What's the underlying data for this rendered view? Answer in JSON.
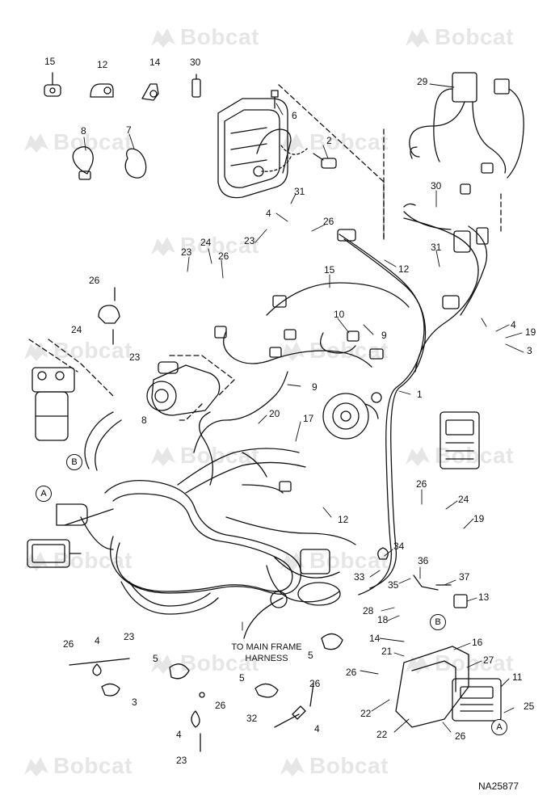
{
  "watermark": "Bobcat",
  "reference_id": "NA25877",
  "note": "TO MAIN FRAME HARNESS",
  "detail_markers": [
    "A",
    "B"
  ],
  "callouts": [
    "15",
    "12",
    "14",
    "30",
    "6",
    "2",
    "29",
    "8",
    "7",
    "31",
    "4",
    "26",
    "23",
    "30",
    "24",
    "23",
    "26",
    "12",
    "31",
    "15",
    "26",
    "10",
    "9",
    "4",
    "19",
    "24",
    "23",
    "3",
    "9",
    "1",
    "20",
    "17",
    "8",
    "26",
    "24",
    "19",
    "12",
    "34",
    "33",
    "36",
    "35",
    "37",
    "13",
    "28",
    "18",
    "14",
    "16",
    "21",
    "27",
    "26",
    "11",
    "22",
    "25",
    "22",
    "26",
    "26",
    "4",
    "23",
    "3",
    "5",
    "26",
    "4",
    "23",
    "5",
    "26",
    "32",
    "4",
    "5"
  ]
}
